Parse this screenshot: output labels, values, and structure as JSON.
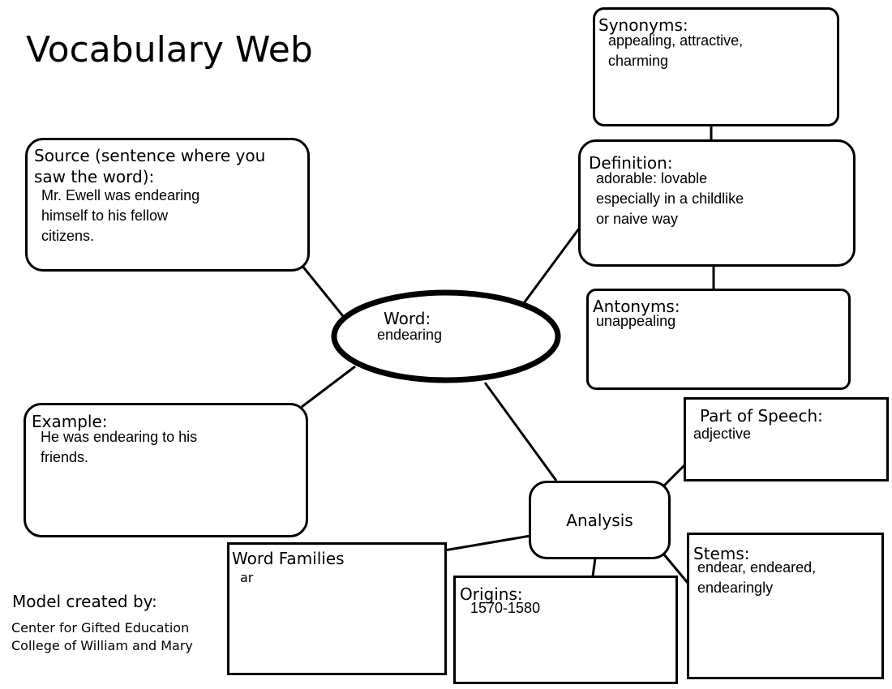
{
  "title": "Vocabulary Web",
  "word": {
    "label": "Word:",
    "value": "endearing"
  },
  "source": {
    "label": "Source (sentence where you\nsaw the word):",
    "value": "Mr. Ewell was endearing\nhimself to his fellow\ncitizens."
  },
  "example": {
    "label": "Example:",
    "value": "He was endearing to his\nfriends."
  },
  "synonyms": {
    "label": "Synonyms:",
    "value": "appealing, attractive,\ncharming"
  },
  "definition": {
    "label": "Definition:",
    "value": "adorable: lovable\nespecially in a childlike\nor naive way"
  },
  "antonyms": {
    "label": "Antonyms:",
    "value": "unappealing"
  },
  "analysis": {
    "label": "Analysis"
  },
  "part_of_speech": {
    "label": "Part of Speech:",
    "value": "adjective"
  },
  "stems": {
    "label": "Stems:",
    "value": "endear, endeared,\nendearingly"
  },
  "origins": {
    "label": "Origins:",
    "value": "1570-1580"
  },
  "word_families": {
    "label": "Word Families",
    "value": "ar"
  },
  "credit": {
    "heading": "Model created by:",
    "lines": [
      "Center for Gifted Education",
      "College of William and Mary"
    ]
  }
}
